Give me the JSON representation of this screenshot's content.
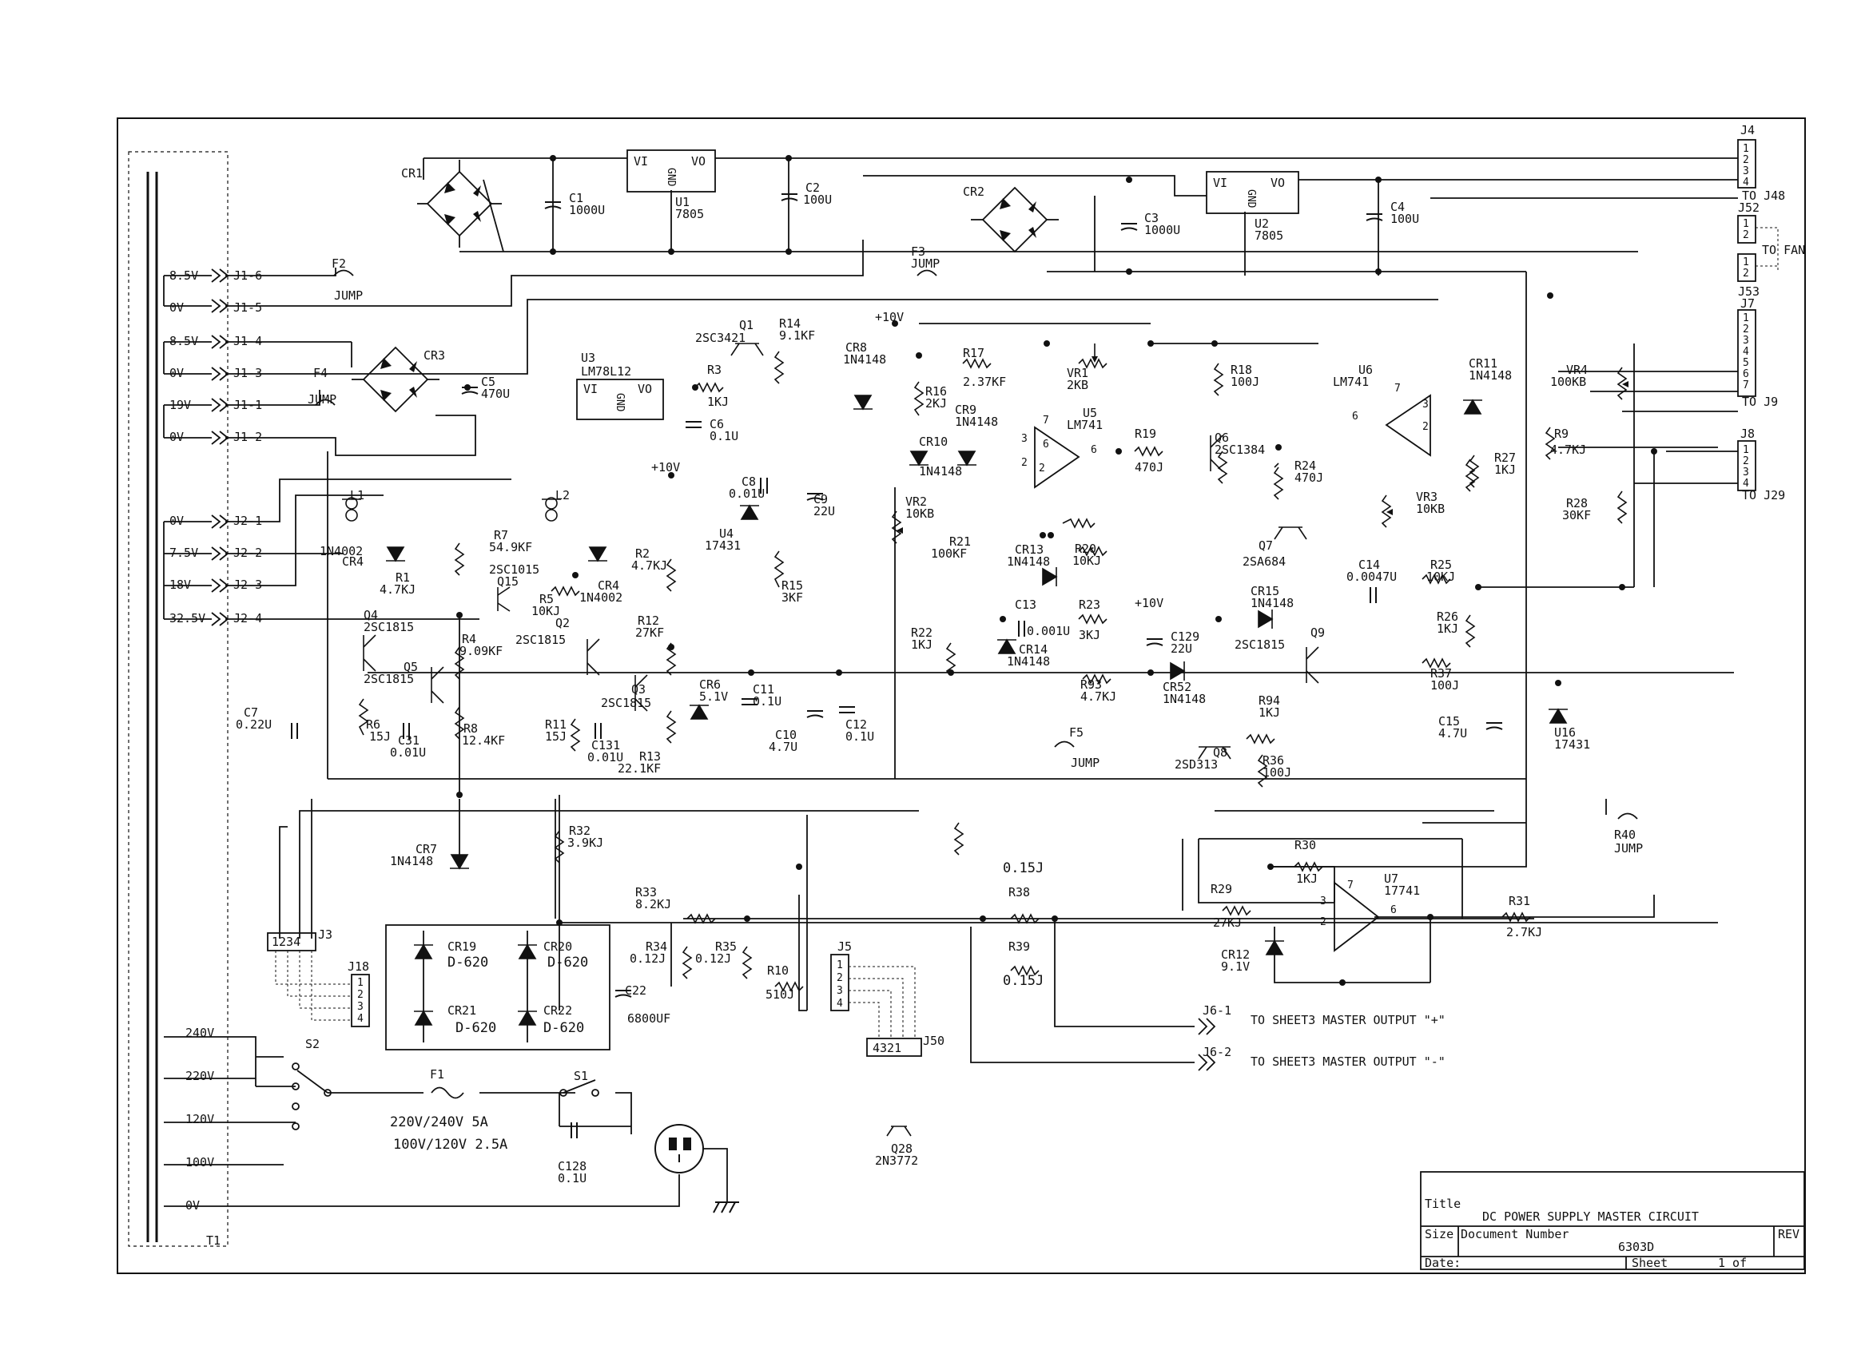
{
  "title_block": {
    "title_label": "Title",
    "title": "DC POWER SUPPLY MASTER CIRCUIT",
    "size_label": "Size",
    "docnum_label": "Document Number",
    "rev_label": "REV",
    "docnum": "6303D",
    "date_label": "Date:",
    "sheet_label": "Sheet",
    "sheet_value": "1 of"
  },
  "connectors": {
    "j4": "J4",
    "j4_pins": [
      "1",
      "2",
      "3",
      "4"
    ],
    "j4_to": "TO J48",
    "j52": "J52",
    "j52_pins": [
      "1",
      "2"
    ],
    "j53": "J53",
    "j53_pins": [
      "1",
      "2"
    ],
    "fan": "TO FAN",
    "j7": "J7",
    "j7_pins": [
      "1",
      "2",
      "3",
      "4",
      "5",
      "6",
      "7"
    ],
    "j7_to": "TO J9",
    "j8": "J8",
    "j8_pins": [
      "1",
      "2",
      "3",
      "4"
    ],
    "j8_to": "TO J29",
    "j3": "J3",
    "j3_pins": "1234",
    "j18": "J18",
    "j18_pins": [
      "1",
      "2",
      "3",
      "4"
    ],
    "j5": "J5",
    "j5_pins": [
      "1",
      "2",
      "3",
      "4"
    ],
    "j50": "J50",
    "j50_pins": "4321",
    "j6_1": "J6-1",
    "j6_2": "J6-2",
    "out_plus": "TO SHEET3 MASTER OUTPUT \"+\"",
    "out_minus": "TO SHEET3 MASTER OUTPUT \"-\""
  },
  "inputs": {
    "j1": [
      {
        "v": "8.5V",
        "pin": "J1-6"
      },
      {
        "v": "0V",
        "pin": "J1-5"
      },
      {
        "v": "8.5V",
        "pin": "J1-4"
      },
      {
        "v": "0V",
        "pin": "J1-3"
      },
      {
        "v": "19V",
        "pin": "J1-1"
      },
      {
        "v": "0V",
        "pin": "J1-2"
      }
    ],
    "j2": [
      {
        "v": "0V",
        "pin": "J2-1"
      },
      {
        "v": "7.5V",
        "pin": "J2-2"
      },
      {
        "v": "18V",
        "pin": "J2-3"
      },
      {
        "v": "32.5V",
        "pin": "J2-4"
      }
    ],
    "taps": [
      "240V",
      "220V",
      "120V",
      "100V",
      "0V"
    ],
    "transformer": "T1"
  },
  "regulators": {
    "u1": {
      "ref": "U1",
      "part": "7805",
      "vi": "VI",
      "vo": "VO",
      "gnd": "GND"
    },
    "u2": {
      "ref": "U2",
      "part": "7805",
      "vi": "VI",
      "vo": "VO",
      "gnd": "GND"
    },
    "u3": {
      "ref": "U3",
      "part": "LM78L12",
      "vi": "VI",
      "vo": "VO",
      "gnd": "GND"
    }
  },
  "bridges": {
    "cr1": "CR1",
    "cr2": "CR2",
    "cr3": "CR3"
  },
  "fuses": {
    "f2": "F2",
    "f2_v": "JUMP",
    "f3": "F3",
    "f3_v": "JUMP",
    "f4": "F4",
    "f4_v": "JUMP",
    "f5": "F5",
    "f5_v": "JUMP",
    "r40": "R40",
    "r40_v": "JUMP",
    "f1": "F1",
    "f1_r1": "220V/240V 5A",
    "f1_r2": "100V/120V 2.5A",
    "s1": "S1",
    "s2": "S2"
  },
  "parts": {
    "c1": "C1",
    "c1v": "1000U",
    "c2": "C2",
    "c2v": "100U",
    "c3": "C3",
    "c3v": "1000U",
    "c4": "C4",
    "c4v": "100U",
    "c5": "C5",
    "c5v": "470U",
    "c6": "C6",
    "c6v": "0.1U",
    "c7": "C7",
    "c7v": "0.22U",
    "c8": "C8",
    "c8v": "0.01U",
    "c9": "C9",
    "c9v": "22U",
    "c10": "C10",
    "c10v": "4.7U",
    "c11": "C11",
    "c11v": "0.1U",
    "c12": "C12",
    "c12v": "0.1U",
    "c13": "C13",
    "c13v": "0.001U",
    "c14": "C14",
    "c14v": "0.0047U",
    "c15": "C15",
    "c15v": "4.7U",
    "c22": "C22",
    "c22v": "6800UF",
    "c31": "C31",
    "c31v": "0.01U",
    "c128": "C128",
    "c128v": "0.1U",
    "c129": "C129",
    "c129v": "22U",
    "c131": "C131",
    "c131v": "0.01U",
    "r1": "R1",
    "r1v": "4.7KJ",
    "r2": "R2",
    "r2v": "4.7KJ",
    "r3": "R3",
    "r3v": "1KJ",
    "r4": "R4",
    "r4v": "9.09KF",
    "r5": "R5",
    "r5v": "10KJ",
    "r6": "R6",
    "r6v": "15J",
    "r7": "R7",
    "r7v": "54.9KF",
    "r8": "R8",
    "r8v": "12.4KF",
    "r9": "R9",
    "r9v": "4.7KJ",
    "r10": "R10",
    "r10v": "510J",
    "r11": "R11",
    "r11v": "15J",
    "r12": "R12",
    "r12v": "27KF",
    "r13": "R13",
    "r13v": "22.1KF",
    "r14": "R14",
    "r14v": "9.1KF",
    "r15": "R15",
    "r15v": "3KF",
    "r16": "R16",
    "r16v": "2KJ",
    "r17": "R17",
    "r17v": "2.37KF",
    "r18": "R18",
    "r18v": "100J",
    "r19": "R19",
    "r19v": "470J",
    "r20": "R20",
    "r20v": "10KJ",
    "r21": "R21",
    "r21v": "100KF",
    "r22": "R22",
    "r22v": "1KJ",
    "r23": "R23",
    "r23v": "3KJ",
    "r24": "R24",
    "r24v": "470J",
    "r25": "R25",
    "r25v": "10KJ",
    "r26": "R26",
    "r26v": "1KJ",
    "r27": "R27",
    "r27v": "1KJ",
    "r28": "R28",
    "r28v": "30KF",
    "r29": "R29",
    "r29v": "27KJ",
    "r30": "R30",
    "r30v": "1KJ",
    "r31": "R31",
    "r31v": "2.7KJ",
    "r32": "R32",
    "r32v": "3.9KJ",
    "r33": "R33",
    "r33v": "8.2KJ",
    "r34": "R34",
    "r34v": "0.12J",
    "r35": "R35",
    "r35v": "0.12J",
    "r36": "R36",
    "r36v": "100J",
    "r37": "R37",
    "r37v": "100J",
    "r38": "R38",
    "r38v": "0.15J",
    "r39": "R39",
    "r39v": "0.15J",
    "r93": "R93",
    "r93v": "4.7KJ",
    "r94": "R94",
    "r94v": "1KJ",
    "vr1": "VR1",
    "vr1v": "2KB",
    "vr2": "VR2",
    "vr2v": "10KB",
    "vr3": "VR3",
    "vr3v": "10KB",
    "vr4": "VR4",
    "vr4v": "100KB",
    "cr4a": "CR4",
    "cr4av": "1N4002",
    "cr4b": "CR4",
    "cr4bv": "1N4002",
    "cr6": "CR6",
    "cr6v": "5.1V",
    "cr7": "CR7",
    "cr7v": "1N4148",
    "cr8": "CR8",
    "cr8v": "1N4148",
    "cr9": "CR9",
    "cr9v": "1N4148",
    "cr10": "CR10",
    "cr10v": "1N4148",
    "cr11": "CR11",
    "cr11v": "1N4148",
    "cr12": "CR12",
    "cr12v": "9.1V",
    "cr13": "CR13",
    "cr13v": "1N4148",
    "cr14": "CR14",
    "cr14v": "1N4148",
    "cr15": "CR15",
    "cr15v": "1N4148",
    "cr52": "CR52",
    "cr52v": "1N4148",
    "cr19": "CR19",
    "cr20": "CR20",
    "cr21": "CR21",
    "cr22": "CR22",
    "d620": "D-620",
    "q1": "Q1",
    "q1v": "2SC3421",
    "q2": "Q2",
    "q2v": "2SC1815",
    "q3": "Q3",
    "q3v": "2SC1815",
    "q4": "Q4",
    "q4v": "2SC1815",
    "q5": "Q5",
    "q5v": "2SC1815",
    "q6": "Q6",
    "q6v": "2SC1384",
    "q7": "Q7",
    "q7v": "2SA684",
    "q8": "Q8",
    "q8v": "2SD313",
    "q9": "Q9",
    "q9v": "2SC1815",
    "q15": "Q15",
    "q15v": "2SC1015",
    "q28": "Q28",
    "q28v": "2N3772",
    "u4": "U4",
    "u4v": "17431",
    "u5": "U5",
    "u5v": "LM741",
    "u6": "U6",
    "u6v": "LM741",
    "u7": "U7",
    "u7v": "17741",
    "u16": "U16",
    "u16v": "17431",
    "l1": "L1",
    "l2": "L2",
    "plus10v": "+10V"
  },
  "pins": {
    "p7": "7",
    "p6": "6",
    "p3": "3",
    "p2": "2",
    "p4": "4",
    "p1": "1",
    "p5": "5"
  }
}
